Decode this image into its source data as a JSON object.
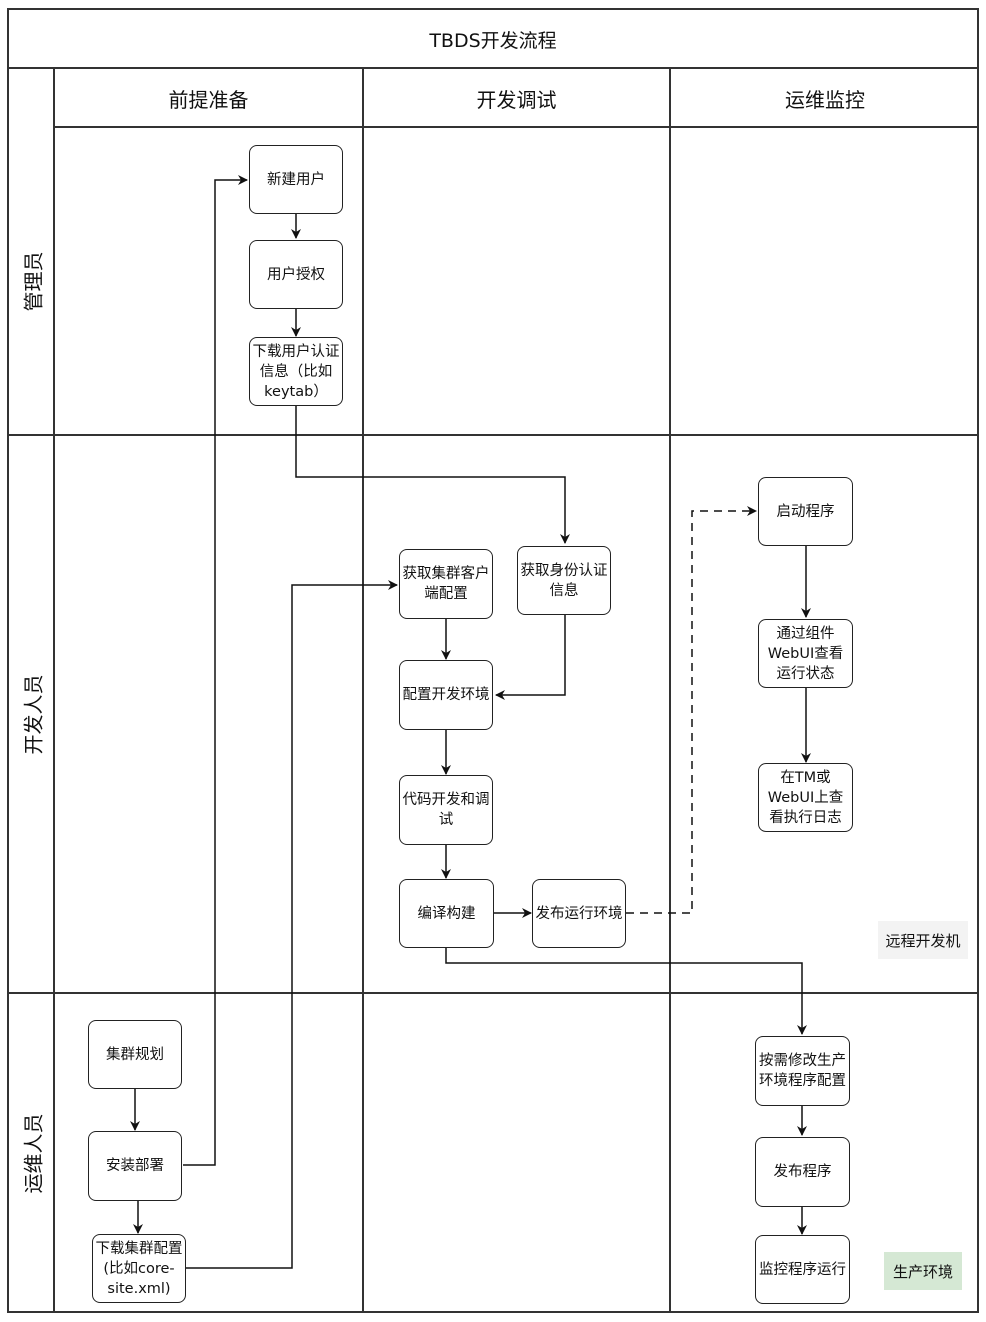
{
  "diagram": {
    "title": "TBDS开发流程",
    "columns": [
      {
        "id": "prep",
        "label": "前提准备"
      },
      {
        "id": "dev",
        "label": "开发调试"
      },
      {
        "id": "ops",
        "label": "运维监控"
      }
    ],
    "lanes": [
      {
        "id": "admin",
        "label": "管理员"
      },
      {
        "id": "developer",
        "label": "开发人员"
      },
      {
        "id": "operator",
        "label": "运维人员"
      }
    ],
    "nodes": {
      "create_user": "新建用户",
      "authorize_user": "用户授权",
      "download_keytab": "下载用户认证信息（比如keytab）",
      "get_client_config": "获取集群客户端配置",
      "get_auth_info": "获取身份认证信息",
      "config_dev_env": "配置开发环境",
      "code_debug": "代码开发和调试",
      "compile_build": "编译构建",
      "publish_run_env": "发布运行环境",
      "start_program": "启动程序",
      "view_webui_status": "通过组件WebUI查看运行状态",
      "view_logs": "在TM或WebUI上查看执行日志",
      "cluster_plan": "集群规划",
      "install_deploy": "安装部署",
      "download_cluster_config": "下载集群配置(比如core-site.xml)",
      "modify_prod_config": "按需修改生产环境程序配置",
      "publish_program": "发布程序",
      "monitor_program": "监控程序运行"
    },
    "notes": {
      "remote_dev_machine": {
        "label": "远程开发机",
        "bg": "#f3f3f3"
      },
      "production_env": {
        "label": "生产环境",
        "bg": "#d5e8d4"
      }
    },
    "edges": [
      {
        "from": "create_user",
        "to": "authorize_user",
        "style": "solid"
      },
      {
        "from": "authorize_user",
        "to": "download_keytab",
        "style": "solid"
      },
      {
        "from": "download_keytab",
        "to": "get_auth_info",
        "style": "solid"
      },
      {
        "from": "get_client_config",
        "to": "config_dev_env",
        "style": "solid"
      },
      {
        "from": "get_auth_info",
        "to": "config_dev_env",
        "style": "solid"
      },
      {
        "from": "config_dev_env",
        "to": "code_debug",
        "style": "solid"
      },
      {
        "from": "code_debug",
        "to": "compile_build",
        "style": "solid"
      },
      {
        "from": "compile_build",
        "to": "publish_run_env",
        "style": "solid"
      },
      {
        "from": "publish_run_env",
        "to": "start_program",
        "style": "dashed"
      },
      {
        "from": "start_program",
        "to": "view_webui_status",
        "style": "solid"
      },
      {
        "from": "view_webui_status",
        "to": "view_logs",
        "style": "solid"
      },
      {
        "from": "compile_build",
        "to": "modify_prod_config",
        "style": "solid"
      },
      {
        "from": "modify_prod_config",
        "to": "publish_program",
        "style": "solid"
      },
      {
        "from": "publish_program",
        "to": "monitor_program",
        "style": "solid"
      },
      {
        "from": "cluster_plan",
        "to": "install_deploy",
        "style": "solid"
      },
      {
        "from": "install_deploy",
        "to": "download_cluster_config",
        "style": "solid"
      },
      {
        "from": "install_deploy",
        "to": "create_user",
        "style": "solid"
      },
      {
        "from": "download_cluster_config",
        "to": "get_client_config",
        "style": "solid"
      }
    ]
  }
}
